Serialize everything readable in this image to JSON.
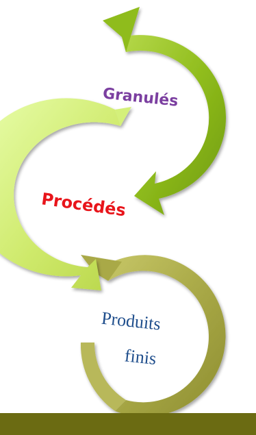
{
  "steps": [
    {
      "label": "Granulés",
      "color": "#7b3fa0"
    },
    {
      "label": "Procédés",
      "color": "#e8151b"
    },
    {
      "label_line1": "Produits",
      "label_line2": "finis",
      "color": "#1f4e8c"
    }
  ],
  "colors": {
    "ring_top": "#8fbc1c",
    "ring_middle": "#d4f07a",
    "ring_bottom": "#a9a947",
    "bottom_bar": "#6b6b12"
  }
}
